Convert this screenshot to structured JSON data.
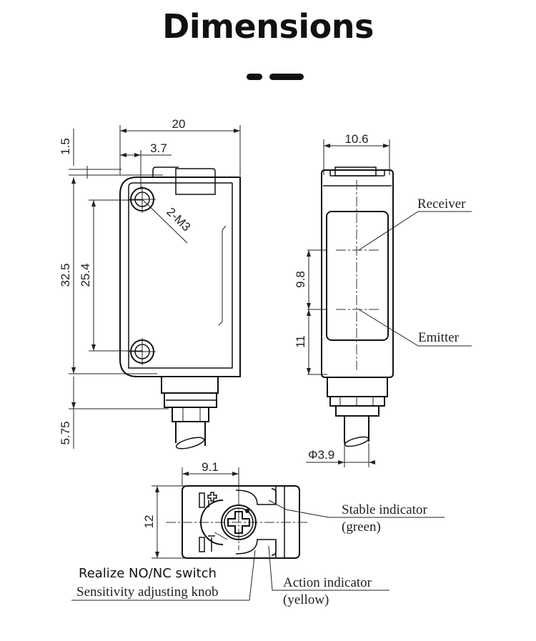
{
  "title": "Dimensions",
  "dimensions": {
    "front_width": "20",
    "front_offset": "3.7",
    "front_top": "1.5",
    "front_height": "32.5",
    "hole_spacing": "25.4",
    "thread": "2-M3",
    "cable_gland": "5.75",
    "side_width": "10.6",
    "lens_spacing": "9.8",
    "lens_bottom": "11",
    "cable_diameter": "Φ3.9",
    "top_offset": "9.1",
    "top_depth": "12"
  },
  "labels": {
    "receiver": "Receiver",
    "emitter": "Emitter",
    "stable_indicator": "Stable indicator",
    "stable_color": "(green)",
    "action_indicator": "Action indicator",
    "action_color": "(yellow)",
    "switch": "Realize NO/NC switch",
    "knob": "Sensitivity adjusting knob"
  },
  "colors": {
    "line": "#111111",
    "background": "#ffffff"
  }
}
